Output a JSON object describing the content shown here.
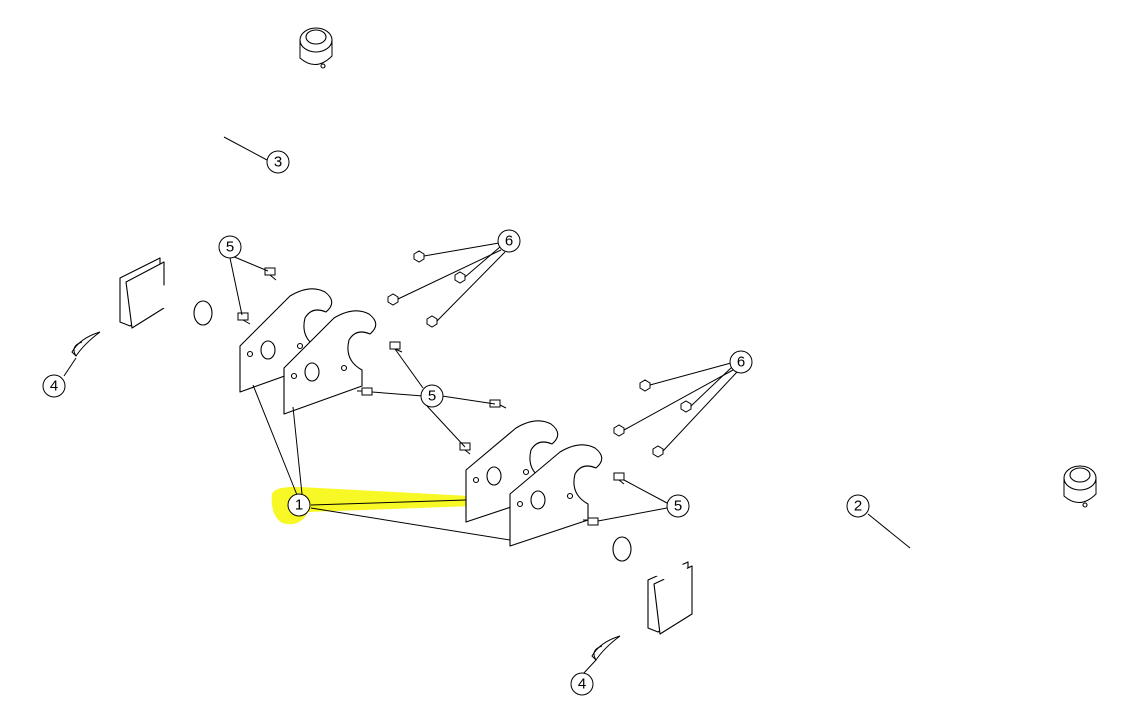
{
  "callouts": {
    "part_1": "1",
    "part_2": "2",
    "part_3": "3",
    "part_4": "4",
    "part_5": "5",
    "part_6": "6"
  },
  "highlight_color": "#f7f700",
  "line_color": "#000000"
}
